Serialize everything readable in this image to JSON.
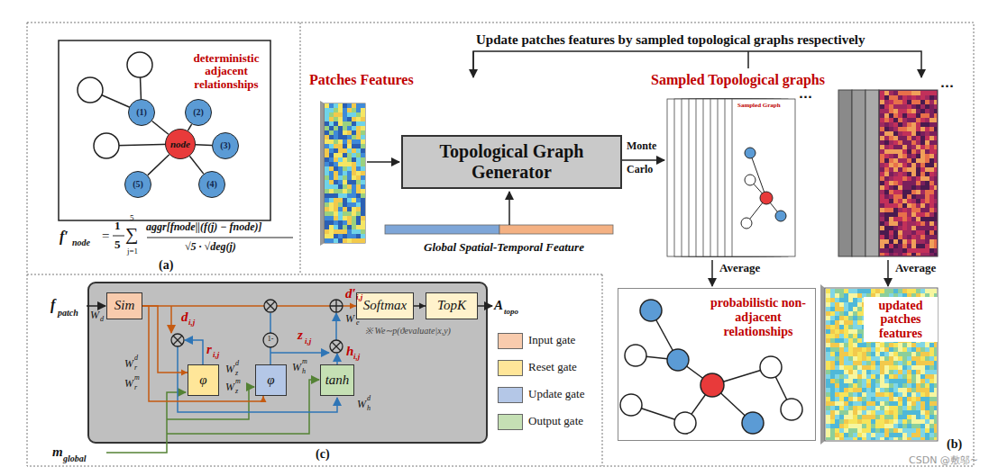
{
  "diagram": {
    "nodes": [
      {
        "text": [
          "(1)"
        ]
      },
      {
        "text": [
          "(2)"
        ]
      },
      {
        "text": [
          "(3)"
        ]
      },
      {
        "text": [
          "(4)"
        ]
      },
      {
        "text": [
          "(5)"
        ]
      },
      {
        "text": [
          "node"
        ]
      },
      {
        "text": [
          "Topological Graph Generator"
        ]
      },
      {
        "text": [
          "probabilistic non-adjacent relationships"
        ]
      },
      {
        "text": [
          "Sim"
        ]
      },
      {
        "text": [
          "φ"
        ]
      },
      {
        "text": [
          "φ"
        ]
      },
      {
        "text": [
          "tanh"
        ]
      },
      {
        "text": [
          "Softmax"
        ]
      },
      {
        "text": [
          "TopK"
        ]
      }
    ],
    "edges": [
      {
        "from": 5,
        "to": 0,
        "arrow": "none"
      },
      {
        "from": 5,
        "to": 1,
        "arrow": "none"
      },
      {
        "from": 5,
        "to": 2,
        "arrow": "none"
      },
      {
        "from": 5,
        "to": 3,
        "arrow": "none"
      },
      {
        "from": 5,
        "to": 4,
        "arrow": "none"
      },
      {
        "from": 8,
        "to": 12,
        "arrow": "to"
      },
      {
        "from": 8,
        "to": 9,
        "arrow": "to"
      },
      {
        "from": 8,
        "to": 10,
        "arrow": "to"
      },
      {
        "from": 12,
        "to": 13,
        "arrow": "to"
      }
    ],
    "labels": [
      "deterministic adjacent relationships",
      "f′",
      "node",
      "=",
      "1",
      "5",
      "∑",
      "5",
      "j=1",
      "aggr[fnode||(f(j) − fnode)]",
      "√5 · √deg(j)",
      "(a)",
      "Update patches features by sampled topological graphs respectively",
      "Patches Features",
      "Sampled Topological graphs",
      "...",
      "...",
      "Sampled Graph",
      "Monte",
      "Carlo",
      "Global Spatial-Temporal Feature",
      "Average",
      "Average",
      "updated patches features",
      "(b)",
      "f",
      "patch",
      "W",
      "d",
      "d",
      "i,j",
      "r",
      "i,j",
      "z",
      "i,j",
      "h",
      "i,j",
      "d′",
      "i,j",
      "W",
      "e",
      "※ We∼p(ϑevaluate|x,y)",
      "W",
      "r",
      "d",
      "W",
      "r",
      "m",
      "W",
      "z",
      "d",
      "W",
      "z",
      "m",
      "W",
      "h",
      "m",
      "W",
      "h",
      "d",
      "A",
      "topo",
      "m",
      "global",
      "1-",
      "(c)",
      "CSDN @敷邬~"
    ],
    "legend": [
      {
        "text": "Input gate",
        "color": "#f8cbad"
      },
      {
        "text": "Reset gate",
        "color": "#ffe699"
      },
      {
        "text": "Update gate",
        "color": "#b4c7e7"
      },
      {
        "text": "Output gate",
        "color": "#c5e0b4"
      }
    ]
  }
}
